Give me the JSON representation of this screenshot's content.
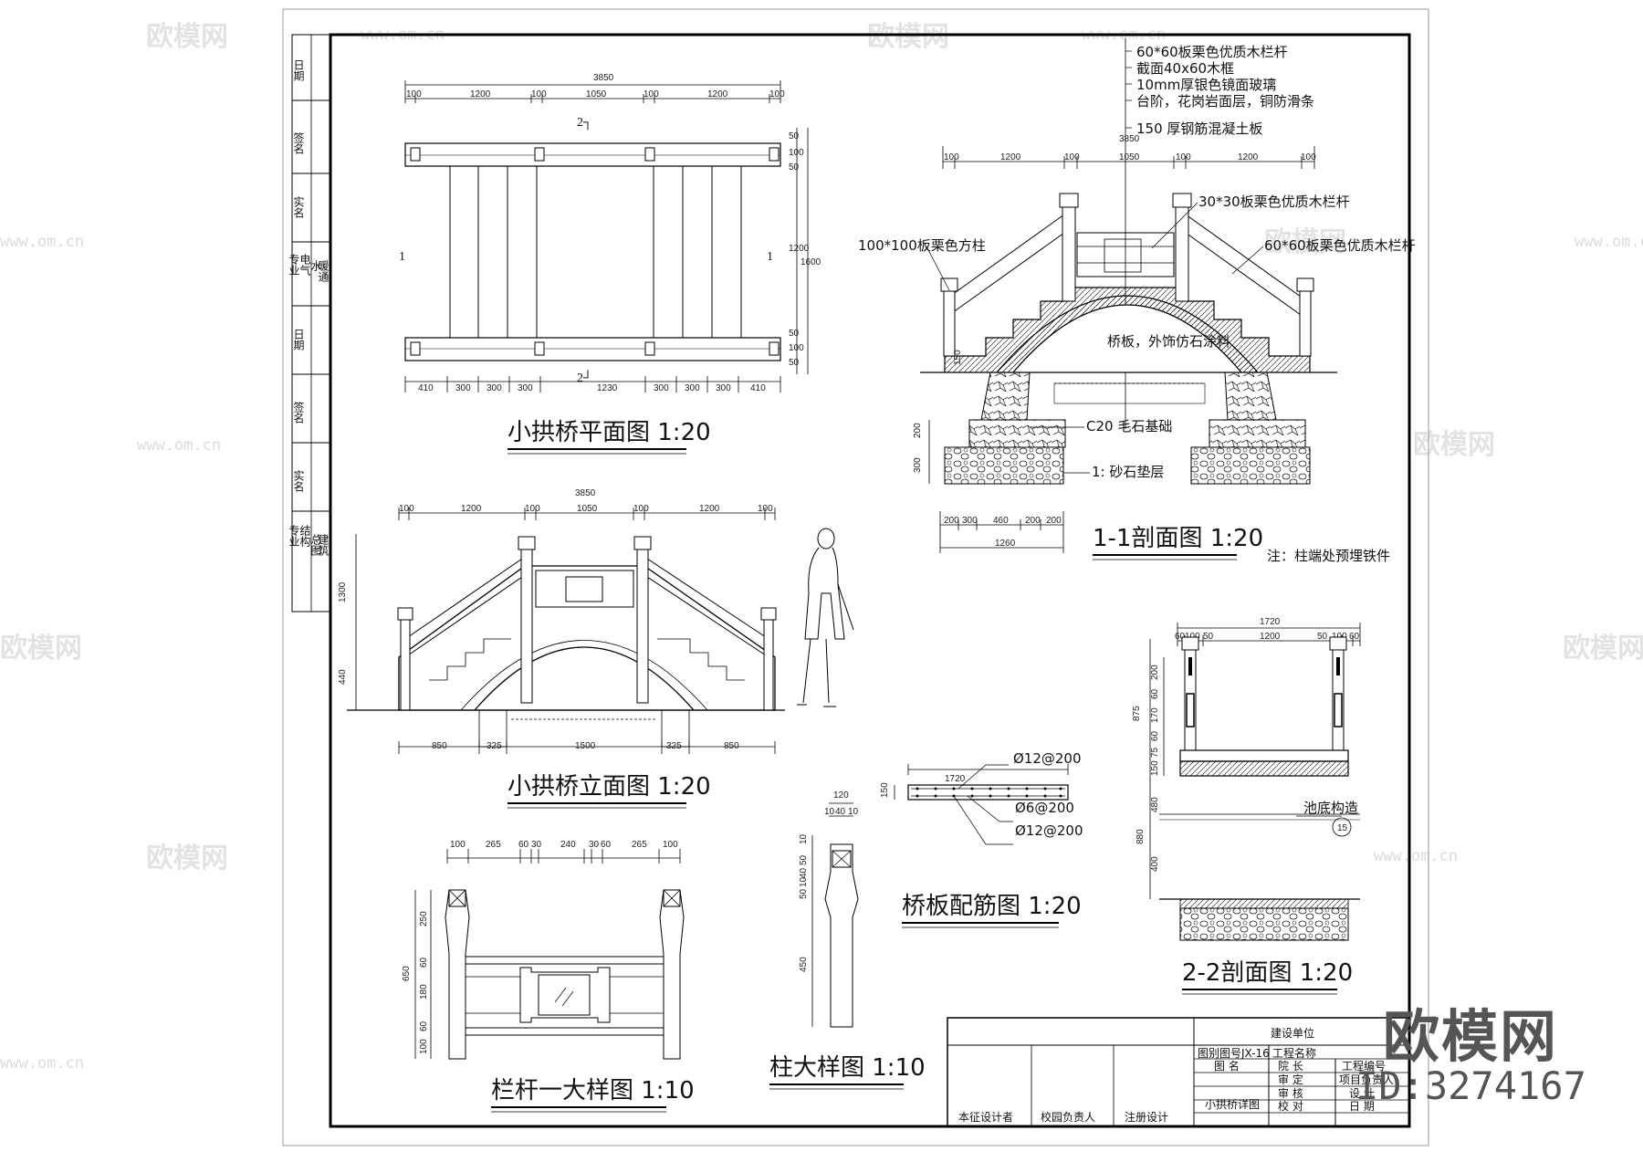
{
  "watermark": {
    "text": "欧模网",
    "url": "www.om.cn"
  },
  "brand": {
    "name": "欧模网",
    "id": "ID:3274167"
  },
  "left_strip": {
    "labels": [
      "日期",
      "签名",
      "实名",
      "专业",
      "电气",
      "水",
      "暖通",
      "日期",
      "签名",
      "实名",
      "专业",
      "结构",
      "总图",
      "建筑"
    ]
  },
  "plan_view": {
    "title": "小拱桥平面图 1:20",
    "top_dims": [
      "3850",
      "100",
      "1200",
      "100",
      "1050",
      "100",
      "1200",
      "100"
    ],
    "bottom_dims": [
      "410",
      "300",
      "300",
      "300",
      "1230",
      "300",
      "300",
      "300",
      "410"
    ],
    "right_dims": [
      "50",
      "100",
      "50",
      "1200",
      "1600",
      "50",
      "100",
      "50"
    ],
    "marks": [
      "2┐",
      "2┘",
      "1",
      "1"
    ]
  },
  "elevation_view": {
    "title": "小拱桥立面图 1:20",
    "top_dims": [
      "3850",
      "100",
      "1200",
      "100",
      "1050",
      "100",
      "1200",
      "100"
    ],
    "bottom_dims": [
      "850",
      "325",
      "1500",
      "325",
      "850"
    ],
    "left_dims": [
      "1300",
      "440"
    ]
  },
  "section_1_1": {
    "title": "1-1剖面图 1:20",
    "callouts": [
      "60*60板栗色优质木栏杆",
      "截面40x60木框",
      "10mm厚银色镜面玻璃",
      "台阶，花岗岩面层，铜防滑条",
      "150 厚钢筋混凝土板"
    ],
    "labels": [
      "100*100板栗色方柱",
      "30*30板栗色优质木栏杆",
      "60*60板栗色优质木栏杆",
      "桥板，外饰仿石涂料",
      "C20 毛石基础",
      "1: 砂石垫层"
    ],
    "top_dims": [
      "3850",
      "100",
      "1200",
      "100",
      "1050",
      "100",
      "1200",
      "100"
    ],
    "bottom_dims": [
      "200",
      "300",
      "460",
      "200",
      "200",
      "1260"
    ],
    "left_dims": [
      "200",
      "300",
      "150"
    ],
    "note": "注：柱端处预埋铁件"
  },
  "section_2_2": {
    "title": "2-2剖面图 1:20",
    "top_dims": [
      "1720",
      "60",
      "100",
      "50",
      "1200",
      "50",
      "100",
      "60"
    ],
    "left_dims": [
      "875",
      "200",
      "60",
      "170",
      "60",
      "75",
      "150",
      "480",
      "880",
      "400"
    ],
    "callout": "池底构造",
    "ref": "15"
  },
  "rebar": {
    "title": "桥板配筋图 1:20",
    "labels": [
      "Ø12@200",
      "Ø6@200",
      "Ø12@200"
    ],
    "dims": [
      "1720",
      "150"
    ]
  },
  "railing_detail": {
    "title": "栏杆一大样图 1:10",
    "top_dims": [
      "100",
      "265",
      "60",
      "30",
      "240",
      "30",
      "60",
      "265",
      "100"
    ],
    "left_dims": [
      "650",
      "250",
      "60",
      "180",
      "60",
      "100"
    ]
  },
  "post_detail": {
    "title": "柱大样图 1:10",
    "top_dims": [
      "120",
      "10",
      "40",
      "10"
    ],
    "left_dims": [
      "10",
      "50",
      "40",
      "10",
      "50",
      "450"
    ]
  },
  "title_block": {
    "client": "建设单位",
    "drawing_no_label": "图别图号",
    "drawing_no": "JX-16",
    "project_label": "工程名称",
    "drawing_name_label": "图 名",
    "drawing_name": "小拱桥详图",
    "rows": [
      [
        "院 长",
        "工程编号"
      ],
      [
        "审 定",
        "项目负责人"
      ],
      [
        "审 核",
        "设 计"
      ],
      [
        "校 对",
        "日 期"
      ]
    ],
    "bottom_cells": [
      "本征设计者",
      "校园负责人",
      "注册设计"
    ]
  }
}
